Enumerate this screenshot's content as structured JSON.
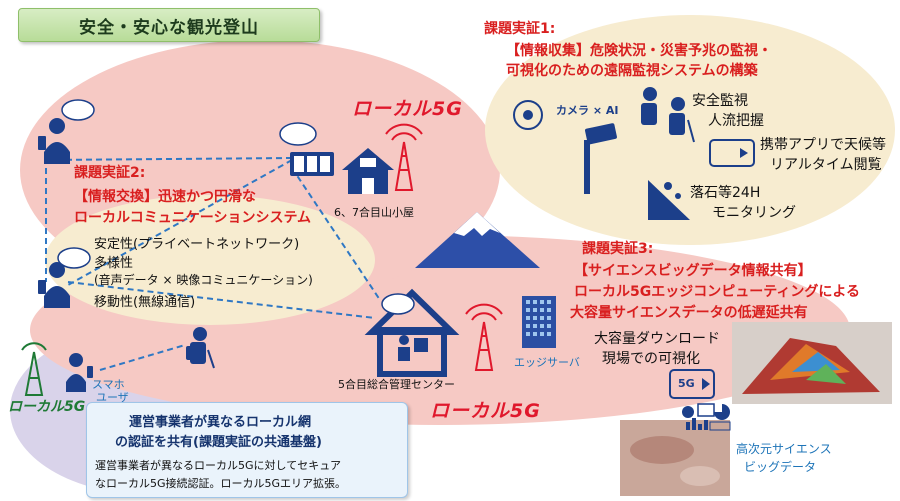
{
  "title": "安全・安心な観光登山",
  "issue1": {
    "heading": "課題実証1:",
    "line1": "【情報収集】危険状況・災害予兆の監視・",
    "line2": "可視化のための遠隔監視システムの構築",
    "camera_ai": "カメラ × AI",
    "monitor1": "安全監視",
    "monitor2": "人流把握",
    "app1": "携帯アプリで天候等",
    "app2": "リアルタイム閲覧",
    "rock1": "落石等24H",
    "rock2": "モニタリング"
  },
  "issue2": {
    "heading": "課題実証2:",
    "line1": "【情報交換】迅速かつ円滑な",
    "line2": "ローカルコミュニケーションシステム",
    "feat1": "安定性(プライベートネットワーク)",
    "feat2": "多様性",
    "feat3": "(音声データ × 映像コミュニケーション)",
    "feat4": "移動性(無線通信)"
  },
  "issue3": {
    "heading": "課題実証3:",
    "line1": "【サイエンスビッグデータ情報共有】",
    "line2": "ローカル5Gエッジコンピューティングによる",
    "line3": "大容量サイエンスデータの低遅延共有",
    "dl1": "大容量ダウンロード",
    "dl2": "現場での可視化",
    "science1": "高次元サイエンス",
    "science2": "ビッグデータ"
  },
  "local5g": "ローカル5G",
  "hut_label": "6、7合目山小屋",
  "center_label": "5合目総合管理センター",
  "edge_server": "エッジサーバ",
  "smartphone_user": {
    "line1": "スマホ",
    "line2": "ユーザ"
  },
  "badge_5g": "5G",
  "common": {
    "line1": "運営事業者が異なるローカル網",
    "line2": "の認証を共有(課題実証の共通基盤)",
    "desc1": "運営事業者が異なるローカル5Gに対してセキュア",
    "desc2": "なローカル5G接続認証。ローカル5Gエリア拡張。"
  },
  "colors": {
    "red": "#d91f1f",
    "navy": "#16346e",
    "blue_text": "#1d74b8",
    "zone_pink": "#f6c9c4",
    "zone_cream": "#f7ecd0",
    "zone_lilac": "#d9d3ea"
  }
}
